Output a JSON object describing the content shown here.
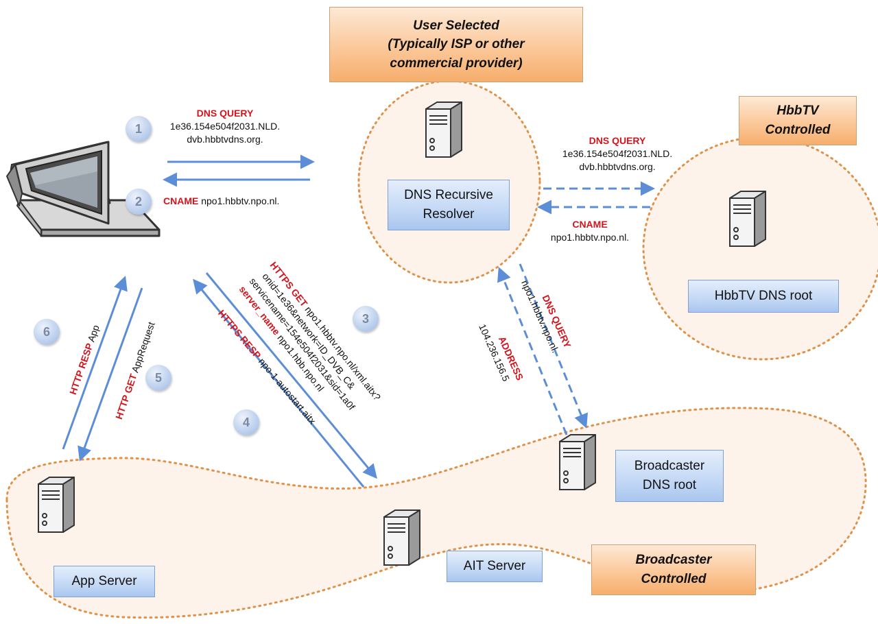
{
  "zones": {
    "user_selected": [
      "User Selected",
      "(Typically ISP or other",
      "commercial provider)"
    ],
    "hbbtv_controlled": [
      "HbbTV",
      "Controlled"
    ],
    "broadcaster_controlled": [
      "Broadcaster",
      "Controlled"
    ]
  },
  "servers": {
    "dns_resolver": [
      "DNS Recursive",
      "Resolver"
    ],
    "hbbtv_root": "HbbTV DNS root",
    "broadcaster_root": [
      "Broadcaster",
      "DNS root"
    ],
    "ait_server": "AIT Server",
    "app_server": "App Server"
  },
  "steps": [
    "1",
    "2",
    "3",
    "4",
    "5",
    "6"
  ],
  "messages": {
    "dns_query_1": {
      "title": "DNS QUERY",
      "lines": [
        "1e36.154e504f2031.NLD.",
        "dvb.hbbtvdns.org."
      ]
    },
    "cname_2": {
      "title": "CNAME",
      "value": "npo1.hbbtv.npo.nl."
    },
    "dns_query_root": {
      "title": "DNS QUERY",
      "lines": [
        "1e36.154e504f2031.NLD.",
        "dvb.hbbtvdns.org."
      ]
    },
    "cname_root": {
      "title": "CNAME",
      "value": "npo1.hbbtv.npo.nl."
    },
    "https_get_3": {
      "title": "HTTPS GET",
      "lines": [
        "npo1.hbbtv.npo.nl/xml.aitx?",
        "onid=1e36&network=ID_DVB_C&",
        "servicename=154e504f2031&sid=1a0f"
      ],
      "server_name_label": "server_name",
      "server_name_value": "npo1.hbb.npo.nl"
    },
    "https_resp_4": {
      "title": "HTTPS RESP",
      "value": "npo-1-autostart.aitx"
    },
    "http_get_5": {
      "title": "HTTP GET",
      "value": "AppRequest"
    },
    "http_resp_6": {
      "title": "HTTP RESP",
      "value": "App"
    },
    "dns_query_broadcaster": {
      "title": "DNS QUERY",
      "value": "npo1.hbbtv.npo.nl."
    },
    "address": {
      "title": "ADDRESS",
      "value": "104.236.156.5"
    }
  },
  "colors": {
    "arrow": "#5b8ed6",
    "zone_border": "#e0924a",
    "zone_fill": "#fdf3ea",
    "highlight_text": "#d4141c"
  },
  "icons": [
    "monitor-icon",
    "server-icon"
  ]
}
